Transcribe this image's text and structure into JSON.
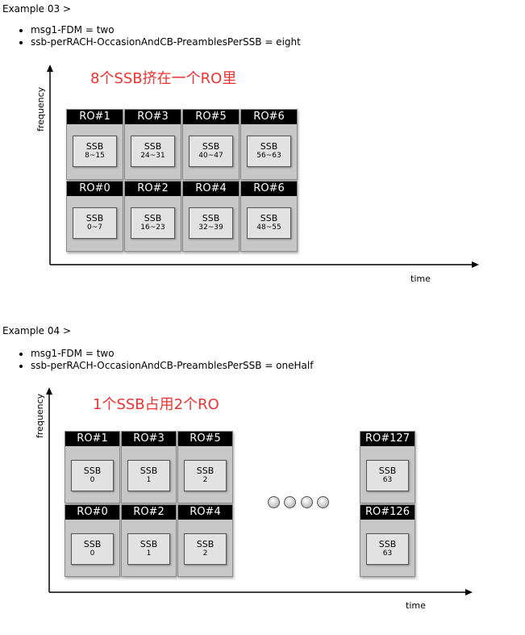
{
  "examples": [
    {
      "title": "Example 03 >",
      "params": [
        "msg1-FDM = two",
        "ssb-perRACH-OccasionAndCB-PreamblesPerSSB = eight"
      ],
      "note": "8个SSB挤在一个RO里",
      "y_axis_label": "frequency",
      "x_axis_label": "time",
      "top_row": [
        {
          "ro": "RO#1",
          "ssb": "SSB",
          "range": "8~15"
        },
        {
          "ro": "RO#3",
          "ssb": "SSB",
          "range": "24~31"
        },
        {
          "ro": "RO#5",
          "ssb": "SSB",
          "range": "40~47"
        },
        {
          "ro": "RO#6",
          "ssb": "SSB",
          "range": "56~63"
        }
      ],
      "bottom_row": [
        {
          "ro": "RO#0",
          "ssb": "SSB",
          "range": "0~7"
        },
        {
          "ro": "RO#2",
          "ssb": "SSB",
          "range": "16~23"
        },
        {
          "ro": "RO#4",
          "ssb": "SSB",
          "range": "32~39"
        },
        {
          "ro": "RO#6",
          "ssb": "SSB",
          "range": "48~55"
        }
      ]
    },
    {
      "title": "Example 04 >",
      "params": [
        "msg1-FDM = two",
        "ssb-perRACH-OccasionAndCB-PreamblesPerSSB = oneHalf"
      ],
      "note": "1个SSB占用2个RO",
      "y_axis_label": "frequency",
      "x_axis_label": "time",
      "top_row": [
        {
          "ro": "RO#1",
          "ssb": "SSB",
          "range": "0"
        },
        {
          "ro": "RO#3",
          "ssb": "SSB",
          "range": "1"
        },
        {
          "ro": "RO#5",
          "ssb": "SSB",
          "range": "2"
        },
        {
          "ro": "RO#127",
          "ssb": "SSB",
          "range": "63"
        }
      ],
      "bottom_row": [
        {
          "ro": "RO#0",
          "ssb": "SSB",
          "range": "0"
        },
        {
          "ro": "RO#2",
          "ssb": "SSB",
          "range": "1"
        },
        {
          "ro": "RO#4",
          "ssb": "SSB",
          "range": "2"
        },
        {
          "ro": "RO#126",
          "ssb": "SSB",
          "range": "63"
        }
      ],
      "ellipsis_dots": 4
    }
  ]
}
